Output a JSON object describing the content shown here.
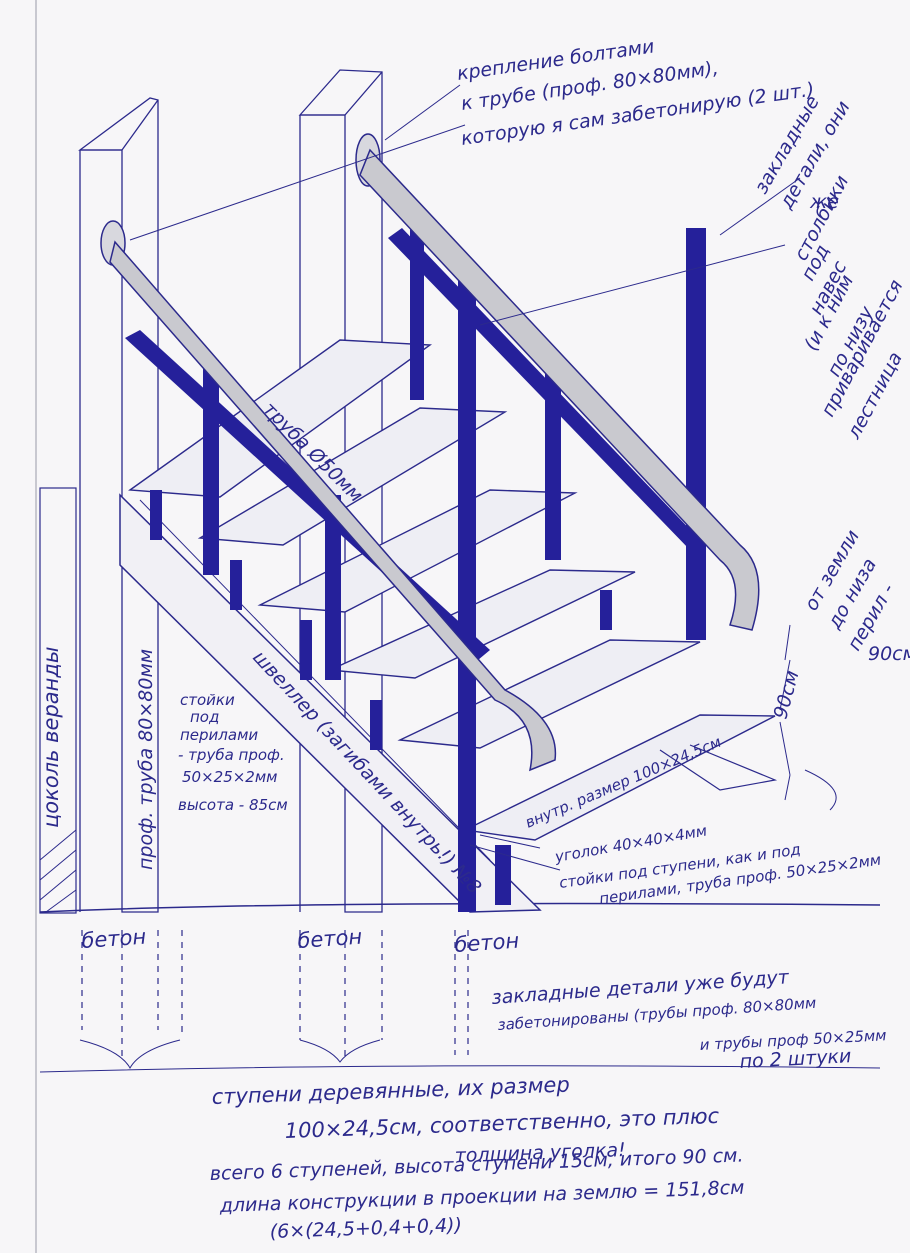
{
  "annotations": {
    "bolt_mount": [
      "крепление болтами",
      "к трубе (проф. 80×80мм),",
      "которую я сам забетонирую (2 шт.)"
    ],
    "embedded_posts": [
      "закладные",
      "детали, они",
      "же",
      "столбики",
      "под",
      "навес",
      "(и к ним",
      "по низу",
      "приваривается",
      "лестница"
    ],
    "pipe_50": "труба Ø50мм",
    "height_rail": [
      "от земли",
      "до низа",
      "перил -",
      "90см"
    ],
    "dim_90": "90см",
    "inner_size": "внутр. размер 100×24,5см",
    "angle": "уголок 40×40×4мм",
    "step_posts": [
      "стойки под ступени, как и под",
      "перилами, труба проф. 50×25×2мм"
    ],
    "channel": "швеллер (загибами внутрь!) №8",
    "rail_posts": [
      "стойки",
      "под",
      "перилами",
      "- труба проф.",
      "50×25×2мм",
      "высота - 85см"
    ],
    "prof_pipe": "проф. труба 80×80мм",
    "plinth": "цоколь веранды",
    "concrete": [
      "бетон",
      "бетон",
      "бетон"
    ],
    "embedded_note": [
      "закладные детали уже будут",
      "забетонированы (трубы проф. 80×80мм",
      "и трубы проф 50×25мм",
      "по 2 штуки"
    ],
    "bottom_note": [
      "ступени деревянные, их размер",
      "100×24,5см, соответственно, это плюс",
      "толщина уголка!",
      "всего 6 ступеней, высота ступени 15см, итого 90 см.",
      "длина конструкции в проекции на землю = 151,8см",
      "(6×(24,5+0,4+0,4))"
    ]
  },
  "colors": {
    "ink": "#2c2a8c",
    "navy_fill": "#25209a",
    "rail_fill": "#c9c9cf",
    "paper": "#f7f6f8"
  }
}
